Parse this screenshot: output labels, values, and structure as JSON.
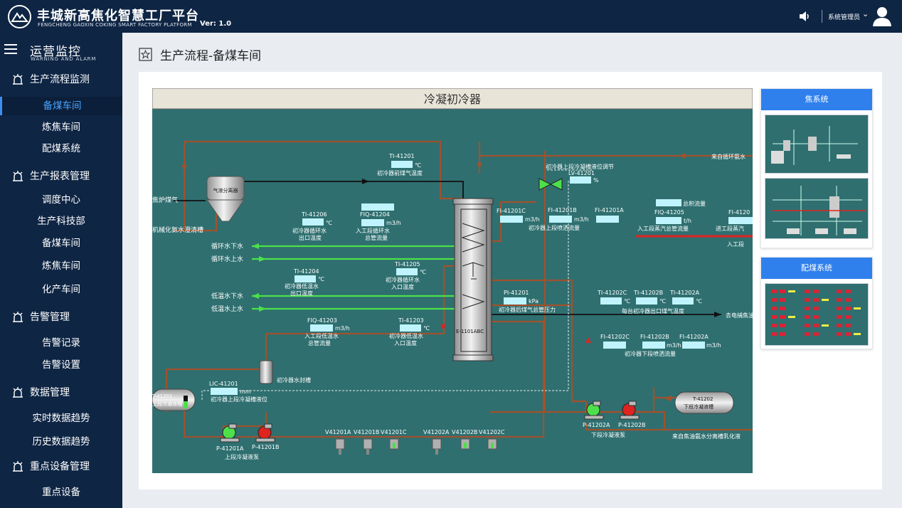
{
  "header": {
    "title": "丰城新高焦化智慧工厂平台",
    "subtitle": "FENGCHENG GAOXIN COKING SMART FACTORY PLATFORM",
    "version": "Ver: 1.0",
    "user": "系统管理员",
    "icons": [
      "logo-icon",
      "speaker-icon",
      "chevron-down-icon",
      "user-avatar-icon"
    ],
    "colors": {
      "bar": "#0e2544",
      "accent": "#2f80ed"
    }
  },
  "sidebar": {
    "title": "运营监控",
    "subtitle": "WARNING AND ALARM",
    "groups": [
      {
        "label": "生产流程监测",
        "items": [
          "备煤车间",
          "炼焦车间",
          "配煤系统"
        ]
      },
      {
        "label": "生产报表管理",
        "items": [
          "调度中心",
          "生产科技部",
          "备煤车间",
          "炼焦车间",
          "化产车间"
        ]
      },
      {
        "label": "告警管理",
        "items": [
          "告警记录",
          "告警设置"
        ]
      },
      {
        "label": "数据管理",
        "items": [
          "实时数据趋势",
          "历史数据趋势"
        ]
      },
      {
        "label": "重点设备管理",
        "items": [
          "重点设备"
        ]
      }
    ],
    "active_item": "备煤车间"
  },
  "page": {
    "title": "生产流程-备煤车间"
  },
  "diagram": {
    "title": "冷凝初冷器",
    "bg_color": "#2f6f70",
    "labels": {
      "ti41201_tag": "TI-41201",
      "ti41201_unit": "℃",
      "ti41201_name": "初冷器前煤气温度",
      "gas_sep": "气液分离器",
      "gas_in": "焦炉煤气",
      "tank_left": "机械化氨水澄清槽",
      "ti41206_tag": "TI-41206",
      "ti41206_unit": "℃",
      "ti41206_name1": "初冷器循环水",
      "ti41206_name2": "出口温度",
      "fiq41204_tag": "FIQ-41204",
      "fiq41204_unit": "m3/h",
      "fiq41204_name1": "入工段循环水",
      "fiq41204_name2": "总管流量",
      "circ_down": "循环水下水",
      "circ_up": "循环水上水",
      "ti41205_tag": "TI-41205",
      "ti41205_unit": "℃",
      "ti41205_name1": "初冷器循环水",
      "ti41205_name2": "入口温度",
      "ti41204_tag": "TI-41204",
      "ti41204_unit": "℃",
      "ti41204_name1": "初冷器低温水",
      "ti41204_name2": "出口温度",
      "low_down": "低温水下水",
      "low_up": "低温水上水",
      "fiq41203_tag": "FIQ-41203",
      "fiq41203_unit": "m3/h",
      "fiq41203_name1": "入工段低温水",
      "fiq41203_name2": "总管流量",
      "ti41203_tag": "TI-41203",
      "ti41203_unit": "℃",
      "ti41203_name1": "初冷器低温水",
      "ti41203_name2": "入口温度",
      "cooler_tag": "E-1101ABC",
      "lv_name": "初冷器上段冷凝槽液位调节",
      "lv_tag": "LV-41201",
      "lv_unit": "%",
      "from_circ": "来自循环氨水",
      "fi41201c_tag": "FI-41201C",
      "fi41201c_unit": "m3/h",
      "fi41201b_tag": "FI-41201B",
      "fi41201b_unit": "m3/h",
      "fi41201a_tag": "FI-41201A",
      "upper_spray": "初冷器上段喷洒流量",
      "total_flow": "总积流量",
      "fiq41205_tag": "FIQ-41205",
      "fiq41205_unit": "t/h",
      "fiq41205_name": "入工段蒸汽总管流量",
      "fi4120_tag": "FI-4120",
      "into_section": "进工段蒸汽",
      "into_section2": "入工段",
      "pi41201_tag": "PI-41201",
      "pi41201_unit": "kPa",
      "pi41201_name": "初冷器后煤气总管压力",
      "ti41202c_tag": "TI-41202C",
      "ti41202b_tag": "TI-41202B",
      "ti41202a_tag": "TI-41202A",
      "ti41202_unit": "℃",
      "ti41202_name": "每台初冷器出口煤气温度",
      "to_tar": "去电捕焦油器",
      "fi41202c_tag": "FI-41202C",
      "fi41202b_tag": "FI-41202B",
      "fi41202a_tag": "FI-41202A",
      "fi41202_unit": "m3/h",
      "lower_spray": "初冷器下段喷洒流量",
      "seal_tank": "初冷器水封槽",
      "lic_tag": "LIC-41201",
      "lic_unit": "mm",
      "lic_name": "初冷器上段冷凝槽液位",
      "t41201_tag": "T-41201",
      "t41201_name": "上段冷凝液槽",
      "t41202_tag": "T-41202",
      "t41202_name": "下段冷凝液槽",
      "p41201a": "P-41201A",
      "p41201b": "P-41201B",
      "upper_pump": "上段冷凝液泵",
      "p41202a": "P-41202A",
      "p41202b": "P-41202B",
      "lower_pump": "下段冷凝液泵",
      "from_tar_sep": "来自焦油氨水分离槽乳化液",
      "valves": [
        "V41201A",
        "V41201B",
        "V41201C",
        "V41202A",
        "V41202B",
        "V41202C"
      ]
    }
  },
  "thumbs": [
    {
      "label": "焦系统"
    },
    {
      "label": "配煤系统"
    }
  ]
}
